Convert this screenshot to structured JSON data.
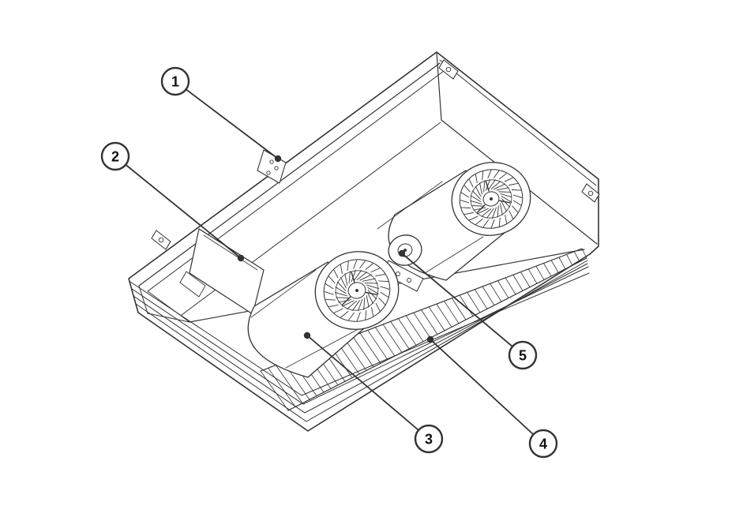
{
  "figure": {
    "background": "#ffffff",
    "line_color": "#333333",
    "callout_fill": "#ffffff",
    "callout_text_color": "#111111",
    "callouts": [
      {
        "label": "1"
      },
      {
        "label": "2"
      },
      {
        "label": "3"
      },
      {
        "label": "4"
      },
      {
        "label": "5"
      }
    ]
  }
}
